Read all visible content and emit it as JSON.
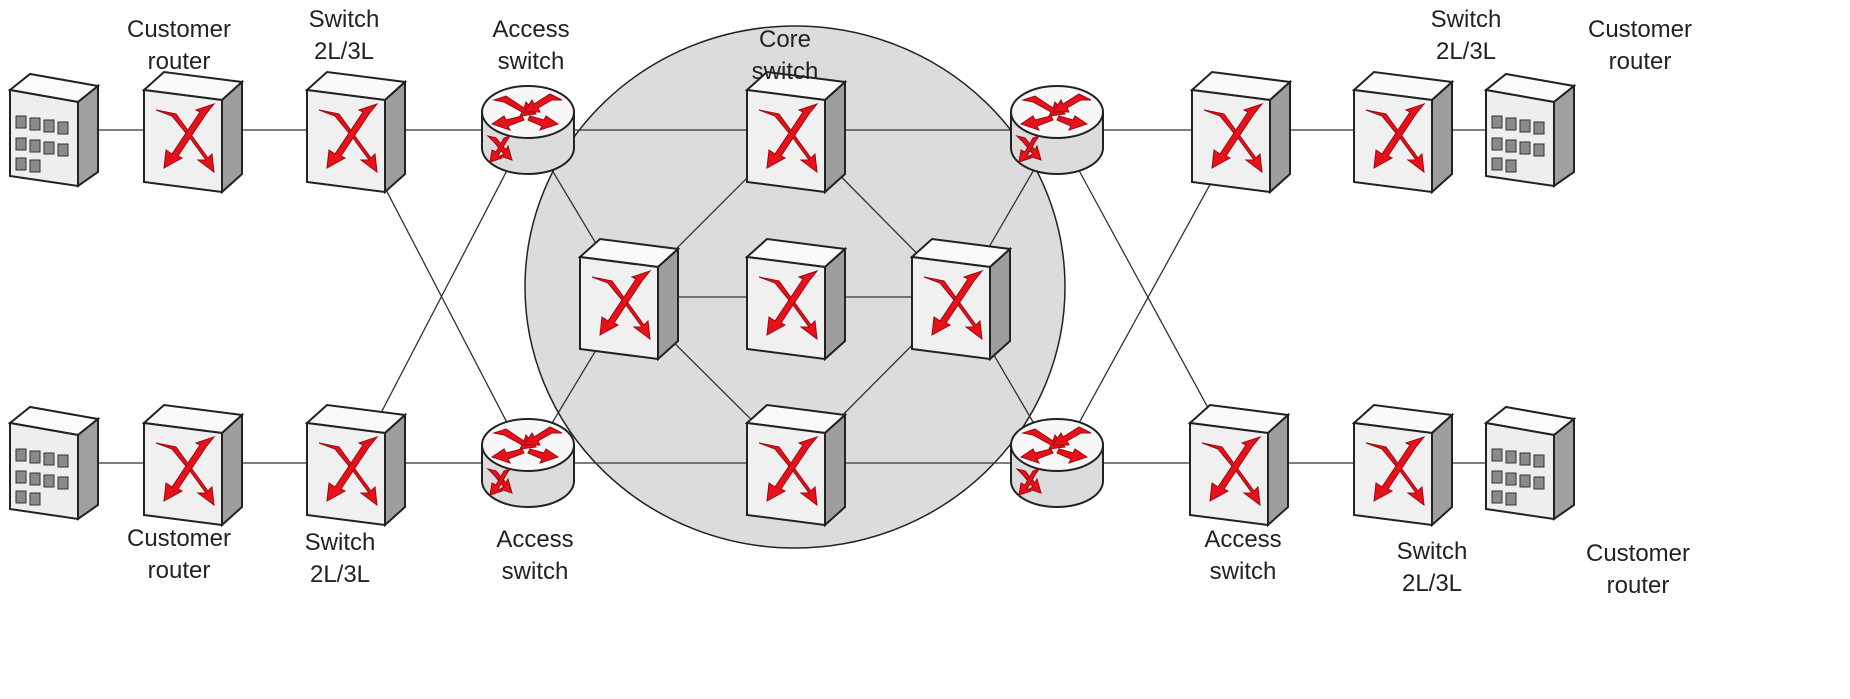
{
  "labels": {
    "tl_router": {
      "line1": "Customer",
      "line2": "router"
    },
    "tl_switch": {
      "line1": "Switch",
      "line2": "2L/3L"
    },
    "tl_access": {
      "line1": "Access",
      "line2": "switch"
    },
    "core": {
      "line1": "Core",
      "line2": "switch"
    },
    "tr_switch": {
      "line1": "Switch",
      "line2": "2L/3L"
    },
    "tr_router": {
      "line1": "Customer",
      "line2": "router"
    },
    "bl_router": {
      "line1": "Customer",
      "line2": "router"
    },
    "bl_switch": {
      "line1": "Switch",
      "line2": "2L/3L"
    },
    "bl_access": {
      "line1": "Access",
      "line2": "switch"
    },
    "br_access": {
      "line1": "Access",
      "line2": "switch"
    },
    "br_switch": {
      "line1": "Switch",
      "line2": "2L/3L"
    },
    "br_router": {
      "line1": "Customer",
      "line2": "router"
    }
  },
  "colors": {
    "core_area": "#dcdcdc",
    "arrow": "#e8111a",
    "device_front": "#f2f2f2",
    "device_side": "#9e9e9e",
    "line": "#333333"
  },
  "nodes": [
    {
      "id": "bld_tl",
      "type": "building",
      "icon": "building-icon"
    },
    {
      "id": "rtr_tl",
      "type": "switch",
      "icon": "router-icon"
    },
    {
      "id": "sw_tl",
      "type": "switch",
      "icon": "switch-icon"
    },
    {
      "id": "acc_tl",
      "type": "router",
      "icon": "access-switch-icon"
    },
    {
      "id": "core_top",
      "type": "switch",
      "icon": "core-switch-icon"
    },
    {
      "id": "core_left",
      "type": "switch",
      "icon": "core-switch-icon"
    },
    {
      "id": "core_mid",
      "type": "switch",
      "icon": "core-switch-icon"
    },
    {
      "id": "core_right",
      "type": "switch",
      "icon": "core-switch-icon"
    },
    {
      "id": "core_bottom",
      "type": "switch",
      "icon": "core-switch-icon"
    },
    {
      "id": "acc_tr",
      "type": "router",
      "icon": "access-switch-icon"
    },
    {
      "id": "sw_tr",
      "type": "switch",
      "icon": "switch-icon"
    },
    {
      "id": "rtr_tr",
      "type": "switch",
      "icon": "router-icon"
    },
    {
      "id": "bld_tr",
      "type": "building",
      "icon": "building-icon"
    },
    {
      "id": "bld_bl",
      "type": "building",
      "icon": "building-icon"
    },
    {
      "id": "rtr_bl",
      "type": "switch",
      "icon": "router-icon"
    },
    {
      "id": "sw_bl",
      "type": "switch",
      "icon": "switch-icon"
    },
    {
      "id": "acc_bl",
      "type": "router",
      "icon": "access-switch-icon"
    },
    {
      "id": "acc_br",
      "type": "router",
      "icon": "access-switch-icon"
    },
    {
      "id": "sw_br",
      "type": "switch",
      "icon": "switch-icon"
    },
    {
      "id": "rtr_br",
      "type": "switch",
      "icon": "router-icon"
    },
    {
      "id": "bld_br",
      "type": "building",
      "icon": "building-icon"
    }
  ],
  "edges": [
    [
      "bld_tl",
      "rtr_tl"
    ],
    [
      "rtr_tl",
      "sw_tl"
    ],
    [
      "sw_tl",
      "acc_tl"
    ],
    [
      "acc_tl",
      "core_top"
    ],
    [
      "core_top",
      "acc_tr"
    ],
    [
      "acc_tr",
      "sw_tr"
    ],
    [
      "sw_tr",
      "rtr_tr"
    ],
    [
      "rtr_tr",
      "bld_tr"
    ],
    [
      "bld_bl",
      "rtr_bl"
    ],
    [
      "rtr_bl",
      "sw_bl"
    ],
    [
      "sw_bl",
      "acc_bl"
    ],
    [
      "acc_bl",
      "core_bottom"
    ],
    [
      "core_bottom",
      "acc_br"
    ],
    [
      "acc_br",
      "sw_br"
    ],
    [
      "sw_br",
      "rtr_br"
    ],
    [
      "rtr_br",
      "bld_br"
    ],
    [
      "sw_tl",
      "acc_bl"
    ],
    [
      "sw_bl",
      "acc_tl"
    ],
    [
      "sw_tr",
      "acc_br"
    ],
    [
      "sw_br",
      "acc_tr"
    ],
    [
      "acc_tl",
      "core_left"
    ],
    [
      "acc_bl",
      "core_left"
    ],
    [
      "acc_tr",
      "core_right"
    ],
    [
      "acc_br",
      "core_right"
    ],
    [
      "core_left",
      "core_top"
    ],
    [
      "core_left",
      "core_mid"
    ],
    [
      "core_left",
      "core_bottom"
    ],
    [
      "core_right",
      "core_top"
    ],
    [
      "core_right",
      "core_mid"
    ],
    [
      "core_right",
      "core_bottom"
    ]
  ]
}
